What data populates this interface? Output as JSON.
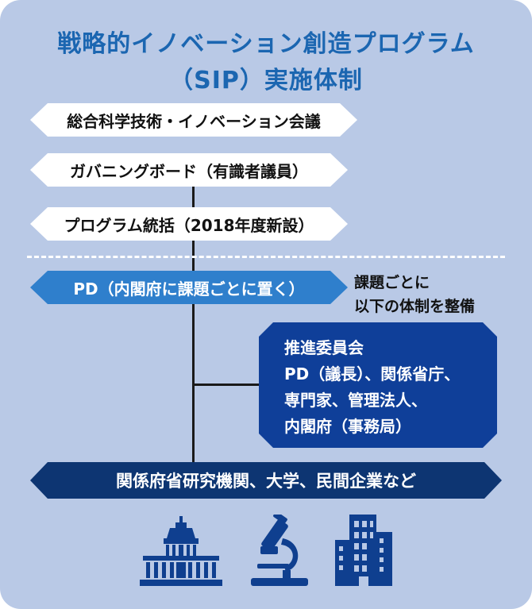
{
  "title_line1": "戦略的イノベーション創造プログラム",
  "title_line2": "（SIP）実施体制",
  "nodes": {
    "council": "総合科学技術・イノベーション会議",
    "governing_board": "ガバニングボード（有識者議員）",
    "program_director_general": "プログラム統括（2018年度新設）",
    "pd": "PD（内閣府に課題ごとに置く）",
    "organizations": "関係府省研究機関、大学、民間企業など"
  },
  "note_lines": [
    "課題ごとに",
    "以下の体制を整備"
  ],
  "committee_lines": [
    "推進委員会",
    "PD（議長）、関係省庁、",
    "専門家、管理法人、",
    "内閣府（事務局）"
  ],
  "icons": [
    "government-building-icon",
    "microscope-icon",
    "office-building-icon"
  ],
  "colors": {
    "background": "#b9c9e6",
    "title": "#1b66b1",
    "pd_box": "#2f7fcc",
    "committee_box": "#0f3f99",
    "org_box": "#0d3572",
    "icon": "#0f3f8f"
  }
}
